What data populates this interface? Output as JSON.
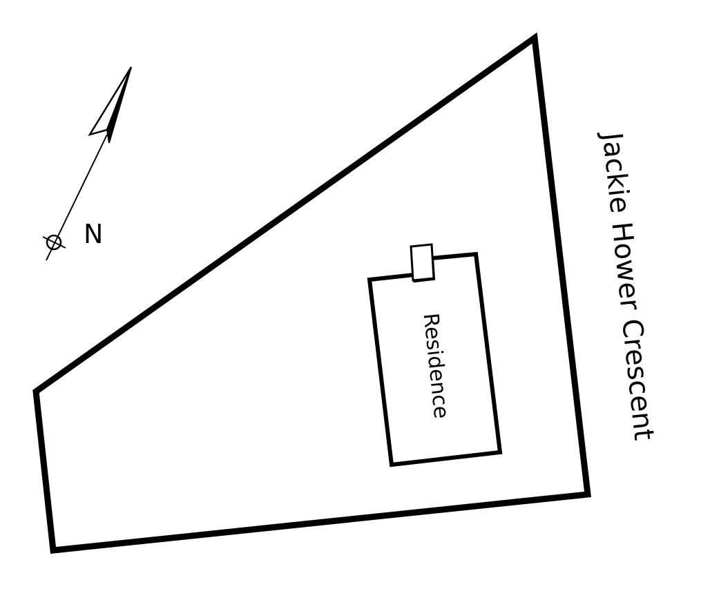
{
  "site_plan": {
    "north_label": "N",
    "street_label": "Jackie Hower Crescent",
    "building_label": "Residence",
    "icons": {
      "north_arrow": "north-arrow-icon"
    },
    "colors": {
      "stroke": "#000000",
      "background": "#ffffff"
    }
  }
}
